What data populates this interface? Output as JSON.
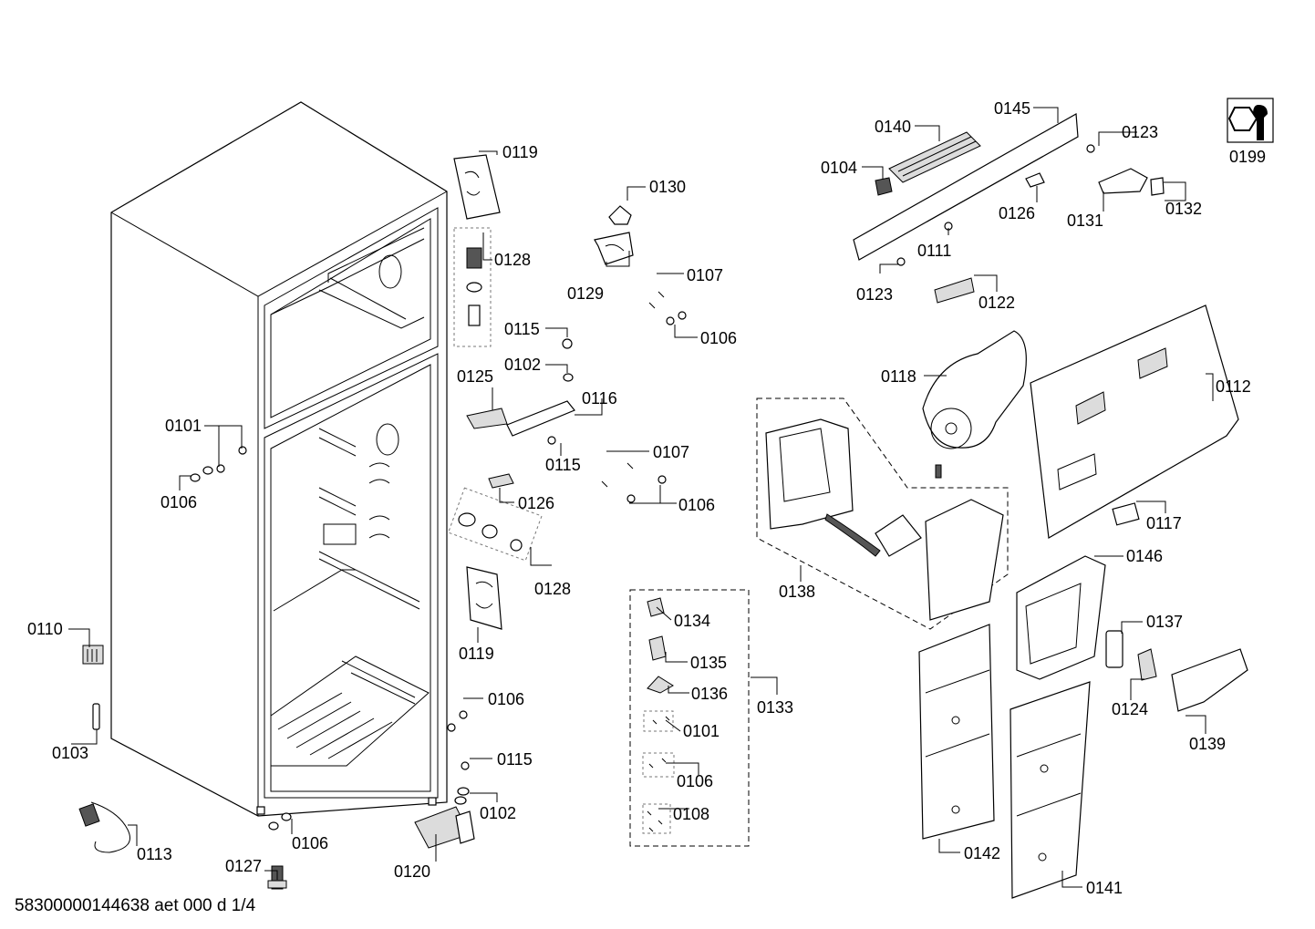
{
  "footer": {
    "doc_code": "58300000144638 aet 000 d 1/4"
  },
  "tool_box": {
    "label": "0199",
    "icon": "wrench-nut-icon"
  },
  "callouts": {
    "l0101a": "0101",
    "l0106a": "0106",
    "l0110": "0110",
    "l0103": "0103",
    "l0113": "0113",
    "l0127": "0127",
    "l0106b": "0106",
    "l0119a": "0119",
    "l0128a": "0128",
    "l0115a": "0115",
    "l0102a": "0102",
    "l0125": "0125",
    "l0116": "0116",
    "l0115b": "0115",
    "l0126a": "0126",
    "l0128b": "0128",
    "l0119b": "0119",
    "l0106c": "0106",
    "l0115c": "0115",
    "l0102b": "0102",
    "l0120": "0120",
    "l0130": "0130",
    "l0129": "0129",
    "l0107a": "0107",
    "l0106d": "0106",
    "l0107b": "0107",
    "l0106e": "0106",
    "l0134": "0134",
    "l0135": "0135",
    "l0136": "0136",
    "l0101b": "0101",
    "l0106f": "0106",
    "l0108": "0108",
    "l0133": "0133",
    "l0140": "0140",
    "l0145": "0145",
    "l0104": "0104",
    "l0123a": "0123",
    "l0126b": "0126",
    "l0131": "0131",
    "l0132": "0132",
    "l0111": "0111",
    "l0123b": "0123",
    "l0122": "0122",
    "l0118": "0118",
    "l0112": "0112",
    "l0117": "0117",
    "l0138": "0138",
    "l0146": "0146",
    "l0137": "0137",
    "l0124": "0124",
    "l0139": "0139",
    "l0142": "0142",
    "l0141": "0141"
  }
}
